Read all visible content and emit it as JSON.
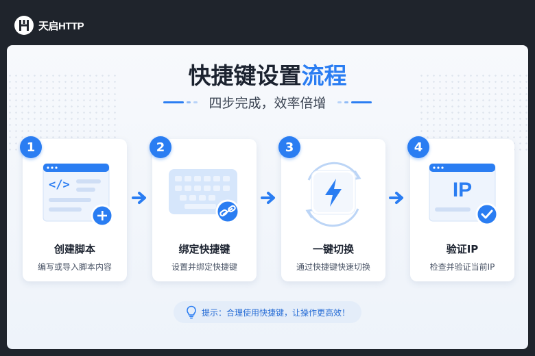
{
  "brand": {
    "name": "天启HTTP"
  },
  "header": {
    "title_main": "快捷键设置",
    "title_accent": "流程",
    "subtitle": "四步完成，效率倍增"
  },
  "steps": [
    {
      "number": "1",
      "title": "创建脚本",
      "desc": "编写或导入脚本内容",
      "icon": "code-window-icon"
    },
    {
      "number": "2",
      "title": "绑定快捷键",
      "desc": "设置并绑定快捷键",
      "icon": "keyboard-link-icon"
    },
    {
      "number": "3",
      "title": "一键切换",
      "desc": "通过快捷键快速切换",
      "icon": "lightning-switch-icon"
    },
    {
      "number": "4",
      "title": "验证IP",
      "desc": "检查并验证当前IP",
      "icon": "ip-check-icon",
      "ip_label": "IP"
    }
  ],
  "tip": {
    "text": "提示：合理使用快捷键，让操作更高效！",
    "icon": "lightbulb-icon"
  },
  "colors": {
    "accent": "#2a7df2",
    "background": "#1f242c",
    "panel": "#f2f6fb"
  }
}
